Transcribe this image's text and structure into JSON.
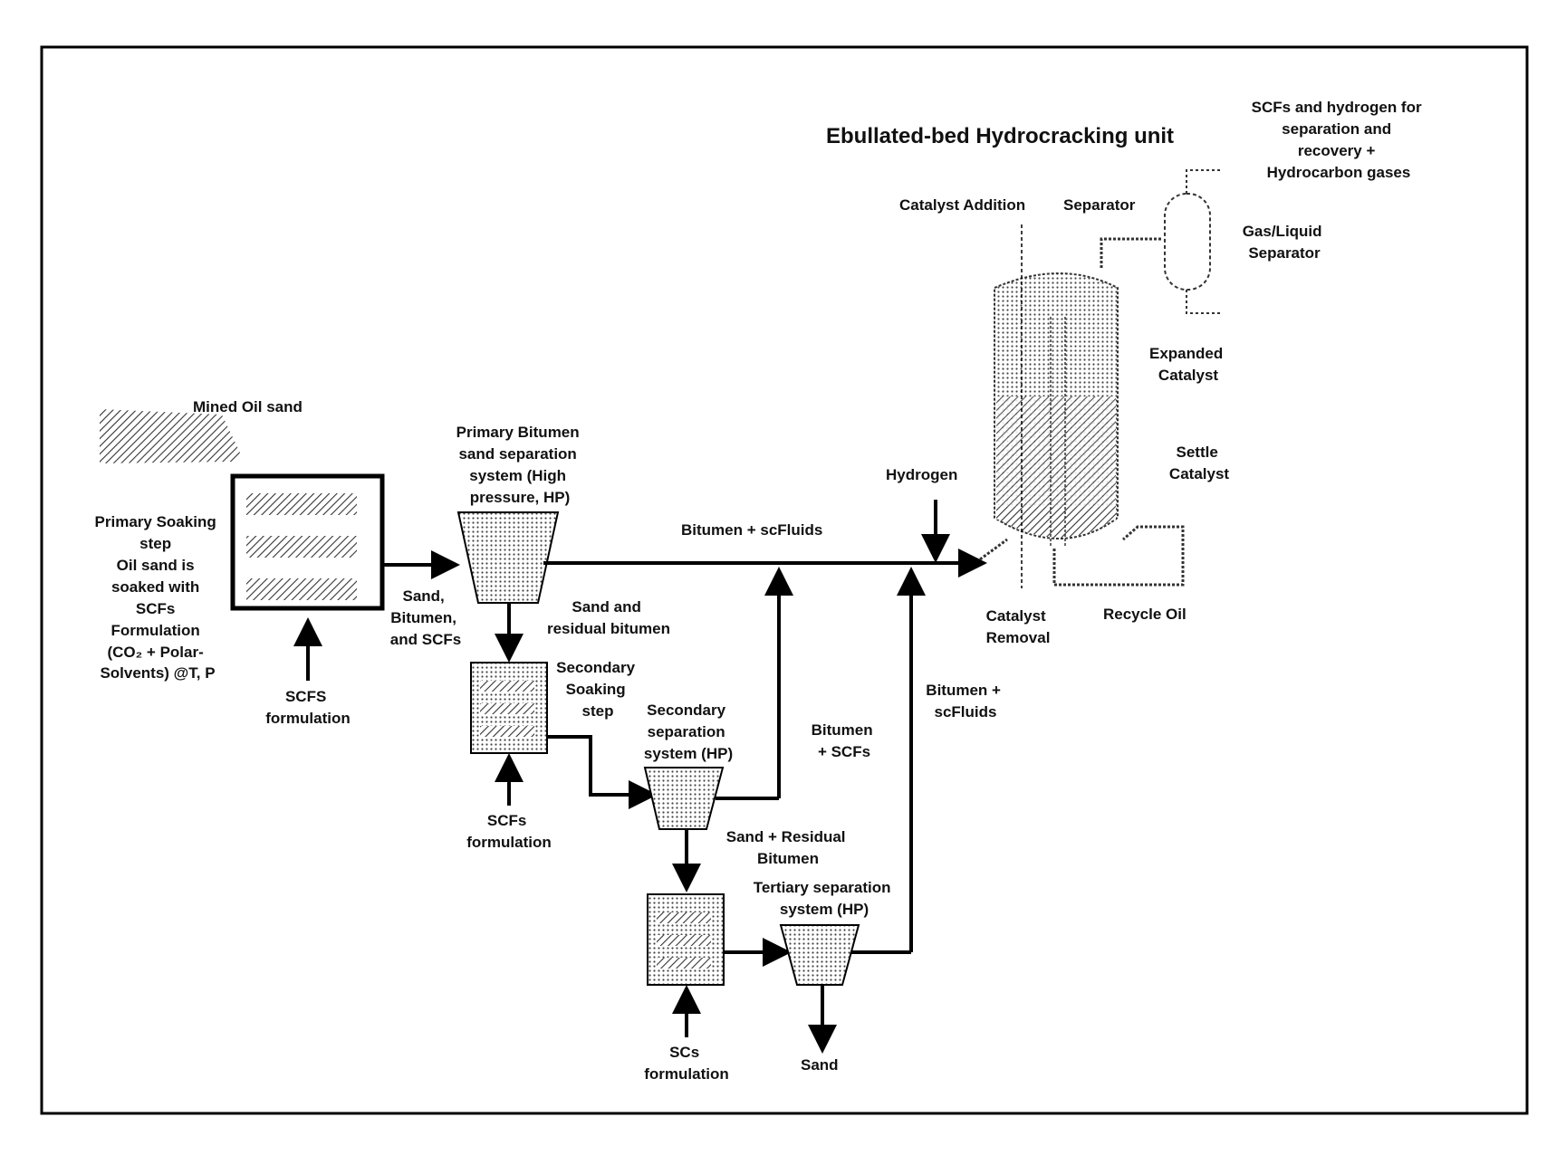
{
  "title": "Ebullated-bed Hydrocracking unit",
  "labels": {
    "mined_oil_sand": "Mined Oil sand",
    "primary_soaking": [
      "Primary Soaking",
      "step",
      "Oil sand is",
      "soaked with",
      "SCFs",
      "Formulation",
      "(CO₂ + Polar-",
      "Solvents) @T, P"
    ],
    "scfs_formulation": [
      "SCFS",
      "formulation"
    ],
    "sand_bitumen_scfs": [
      "Sand,",
      "Bitumen,",
      "and SCFs"
    ],
    "primary_separator": [
      "Primary Bitumen",
      "sand separation",
      "system (High",
      "pressure, HP)"
    ],
    "bitumen_scfluids_top": "Bitumen + scFluids",
    "sand_residual": [
      "Sand and",
      "residual bitumen"
    ],
    "secondary_soaking": [
      "Secondary",
      "Soaking",
      "step"
    ],
    "secondary_separation": [
      "Secondary",
      "separation",
      "system (HP)"
    ],
    "scfs_formulation_2": [
      "SCFs",
      "formulation"
    ],
    "bitumen_scfs": [
      "Bitumen",
      "+ SCFs"
    ],
    "sand_residual_2": [
      "Sand + Residual",
      "Bitumen"
    ],
    "tertiary_separation": [
      "Tertiary separation",
      "system (HP)"
    ],
    "scs_formulation": [
      "SCs",
      "formulation"
    ],
    "sand": "Sand",
    "bitumen_scfluids_right": [
      "Bitumen +",
      "scFluids"
    ],
    "hydrogen": "Hydrogen",
    "catalyst_addition": "Catalyst Addition",
    "separator": "Separator",
    "scfs_hydrogen": [
      "SCFs  and hydrogen for",
      "separation and",
      "recovery +",
      "Hydrocarbon gases"
    ],
    "gas_liquid": [
      "Gas/Liquid",
      "Separator"
    ],
    "expanded_catalyst": [
      "Expanded",
      "Catalyst"
    ],
    "settle_catalyst": [
      "Settle",
      "Catalyst"
    ],
    "catalyst_removal": [
      "Catalyst",
      "Removal"
    ],
    "recycle_oil": "Recycle Oil"
  }
}
